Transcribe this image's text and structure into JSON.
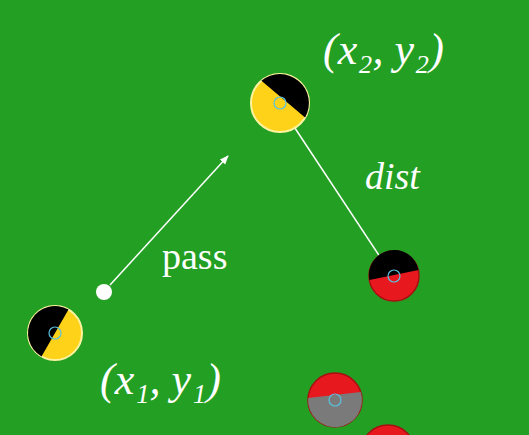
{
  "diagram": {
    "labels": [
      "(x₂, y₂)",
      "dist",
      "pass",
      "(x₁, y₁)"
    ]
  }
}
